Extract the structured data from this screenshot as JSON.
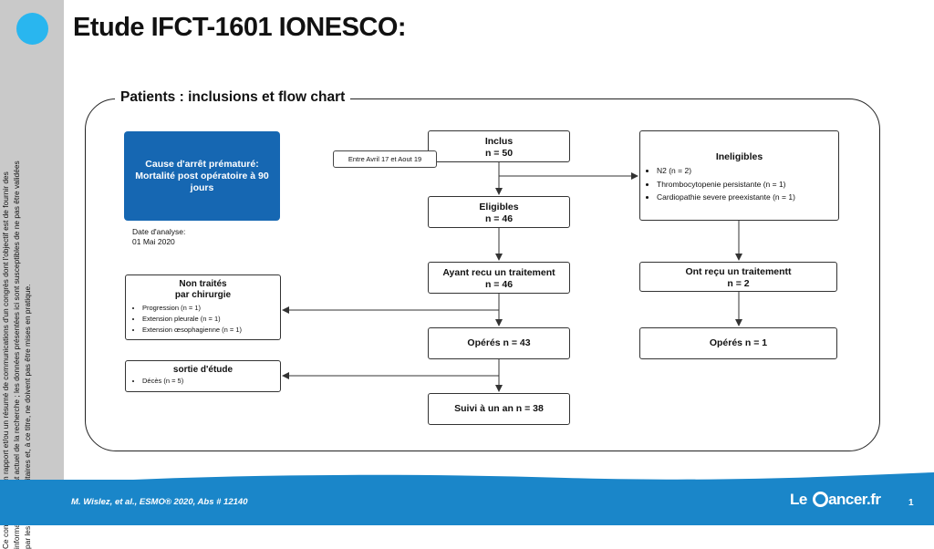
{
  "slide": {
    "title": "Etude IFCT-1601 IONESCO:",
    "section_title": "Patients : inclusions et  flow chart",
    "side_note": "Ce contenu est un un rapport et/ou un résumé de communications d'un congrès dont l'objectif est de fournir des informations sur l'état actuel de la recherche ; les données présentées ici sont susceptibles de ne pas être validées par les autorités sanitaires et, à ce titre, ne doivent pas être mises en pratique.",
    "page_number": "1"
  },
  "stop_cause": {
    "line1": "Cause d'arrêt prématuré:",
    "line2": "Mortalité post opératoire à 90 jours"
  },
  "date_analysis": {
    "label": "Date d'analyse:",
    "value": "01 Mai 2020"
  },
  "date_range": "Entre Avril 17 et Aout 19",
  "flow": {
    "inclus": {
      "label": "Inclus",
      "count": "n = 50"
    },
    "eligibles": {
      "label": "Eligibles",
      "count": "n = 46"
    },
    "traitement": {
      "label": "Ayant recu un traitement",
      "count": "n = 46"
    },
    "operes": {
      "label": "Opérés n = 43"
    },
    "suivi": {
      "label": "Suivi à un an n = 38"
    },
    "ineligibles": {
      "title": "Ineligibles",
      "items": [
        "N2 (n = 2)",
        "Thrombocytopenie persistante (n = 1)",
        "Cardiopathie severe preexistante (n = 1)"
      ]
    },
    "ont_recu": {
      "label": "Ont reçu un traitementt",
      "count": "n = 2"
    },
    "operes_right": {
      "label": "Opérés n = 1"
    },
    "non_traites": {
      "title_line1": "Non traités",
      "title_line2": "par chirurgie",
      "items": [
        "Progression (n = 1)",
        "Extension pleurale (n = 1)",
        "Extension œsophagienne  (n = 1)"
      ]
    },
    "sortie": {
      "title": "sortie d'étude",
      "items": [
        "Décès (n = 5)"
      ]
    }
  },
  "footer": {
    "citation": "M. Wislez, et al., ESMO® 2020, Abs # 12140",
    "logo_part1": "Le ",
    "logo_part2": "ancer.fr"
  },
  "colors": {
    "accent_blue": "#1667b2",
    "footer_blue": "#1a86c9",
    "dot_blue": "#29b6ef",
    "sidebar_gray": "#c9c9c9"
  }
}
